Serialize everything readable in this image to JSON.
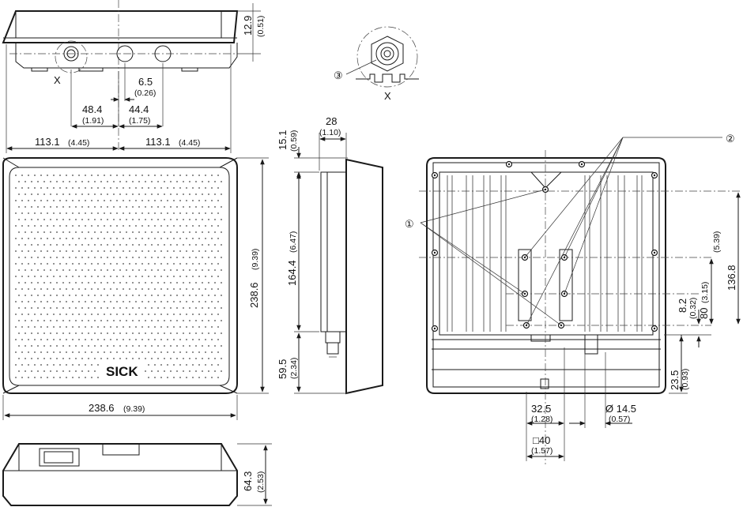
{
  "brand": "SICK",
  "view_marker": "X",
  "callouts": [
    "①",
    "②",
    "③"
  ],
  "dims": {
    "top_height": {
      "mm": "12.9",
      "in": "(0.51)"
    },
    "conn_spacing": {
      "mm": "6.5",
      "in": "(0.26)"
    },
    "conn_left": {
      "mm": "48.4",
      "in": "(1.91)"
    },
    "conn_right": {
      "mm": "44.4",
      "in": "(1.75)"
    },
    "half_left": {
      "mm": "113.1",
      "in": "(4.45)"
    },
    "half_right": {
      "mm": "113.1",
      "in": "(4.45)"
    },
    "front_width": {
      "mm": "238.6",
      "in": "(9.39)"
    },
    "front_height": {
      "mm": "238.6",
      "in": "(9.39)"
    },
    "side_top": {
      "mm": "15.1",
      "in": "(0.59)"
    },
    "side_depth": {
      "mm": "28",
      "in": "(1.10)"
    },
    "side_mid": {
      "mm": "164.4",
      "in": "(6.47)"
    },
    "side_bottom": {
      "mm": "59.5",
      "in": "(2.34)"
    },
    "bottom_height": {
      "mm": "64.3",
      "in": "(2.53)"
    },
    "back_136": {
      "mm": "136.8",
      "in": "(5.39)"
    },
    "back_80": {
      "mm": "80",
      "in": "(3.15)"
    },
    "back_8": {
      "mm": "8.2",
      "in": "(0.32)"
    },
    "back_23": {
      "mm": "23.5",
      "in": "(0.93)"
    },
    "back_32": {
      "mm": "32.5",
      "in": "(1.28)"
    },
    "back_dia": {
      "mm": "Ø 14.5",
      "in": "(0.57)"
    },
    "back_sq": {
      "mm": "□40",
      "in": "(1.57)"
    }
  }
}
